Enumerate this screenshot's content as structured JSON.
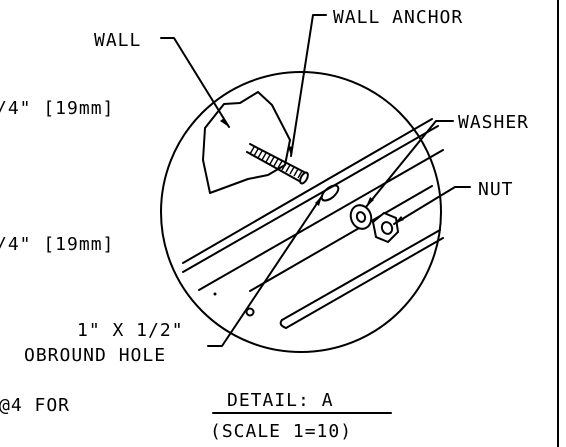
{
  "callouts": {
    "wall": "WALL",
    "wall_anchor": "WALL ANCHOR",
    "washer": "WASHER",
    "nut": "NUT",
    "hole_size": "1\" X 1/2\"",
    "hole_type": "OBROUND HOLE"
  },
  "dimensions": {
    "top": "/4\" [19mm]",
    "bottom": "/4\" [19mm]"
  },
  "note_fragment": "@4 FOR",
  "detail": {
    "title": "DETAIL: A",
    "scale": "(SCALE 1=10)"
  }
}
